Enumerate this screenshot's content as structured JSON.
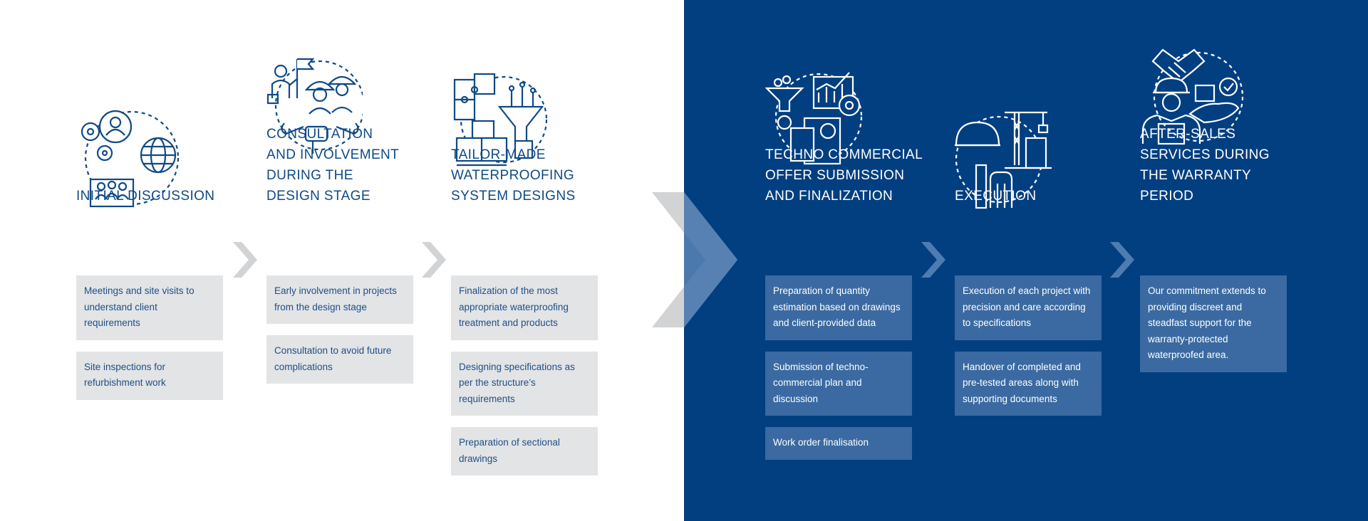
{
  "stages": [
    {
      "title": [
        "INITIAL DISCUSSION"
      ],
      "icon": "discussion-globe-icon",
      "cards": [
        "Meetings and site visits to understand client requirements",
        "Site inspections for refurbishment work"
      ]
    },
    {
      "title": [
        "CONSULTATION",
        "AND INVOLVEMENT",
        "DURING THE",
        "DESIGN STAGE"
      ],
      "icon": "team-engineers-icon",
      "cards": [
        "Early involvement in projects from the design stage",
        "Consultation to avoid future complications"
      ]
    },
    {
      "title": [
        "TAILOR-MADE",
        "WATERPROOFING",
        "SYSTEM DESIGNS"
      ],
      "icon": "puzzle-funnel-icon",
      "cards": [
        "Finalization of the most appropriate waterproofing treatment and products",
        "Designing specifications as per the structure’s requirements",
        "Preparation of sectional drawings"
      ]
    },
    {
      "title": [
        "TECHNO COMMERCIAL",
        "OFFER SUBMISSION",
        "AND FINALIZATION"
      ],
      "icon": "finance-calculator-icon",
      "cards": [
        "Preparation of quantity estimation based on drawings and client-provided data",
        "Submission of techno-commercial plan and discussion",
        "Work order finalisation"
      ]
    },
    {
      "title": [
        "EXECUTION"
      ],
      "icon": "construction-crane-icon",
      "cards": [
        "Execution of each project with precision and care according to specifications",
        "Handover of completed and pre-tested areas along with supporting documents"
      ]
    },
    {
      "title": [
        "AFTER-SALES",
        "SERVICES DURING",
        "THE WARRANTY",
        "PERIOD"
      ],
      "icon": "handshake-service-icon",
      "cards": [
        "Our commitment extends to providing discreet and steadfast support for the warranty-protected waterproofed area."
      ]
    }
  ],
  "colors": {
    "dark_blue": "#023f80",
    "text_blue": "#0f4a86",
    "card_grey": "#e2e4e6",
    "card_blue": "#3a6aa1",
    "chevron_grey": "#d2d3d4"
  }
}
